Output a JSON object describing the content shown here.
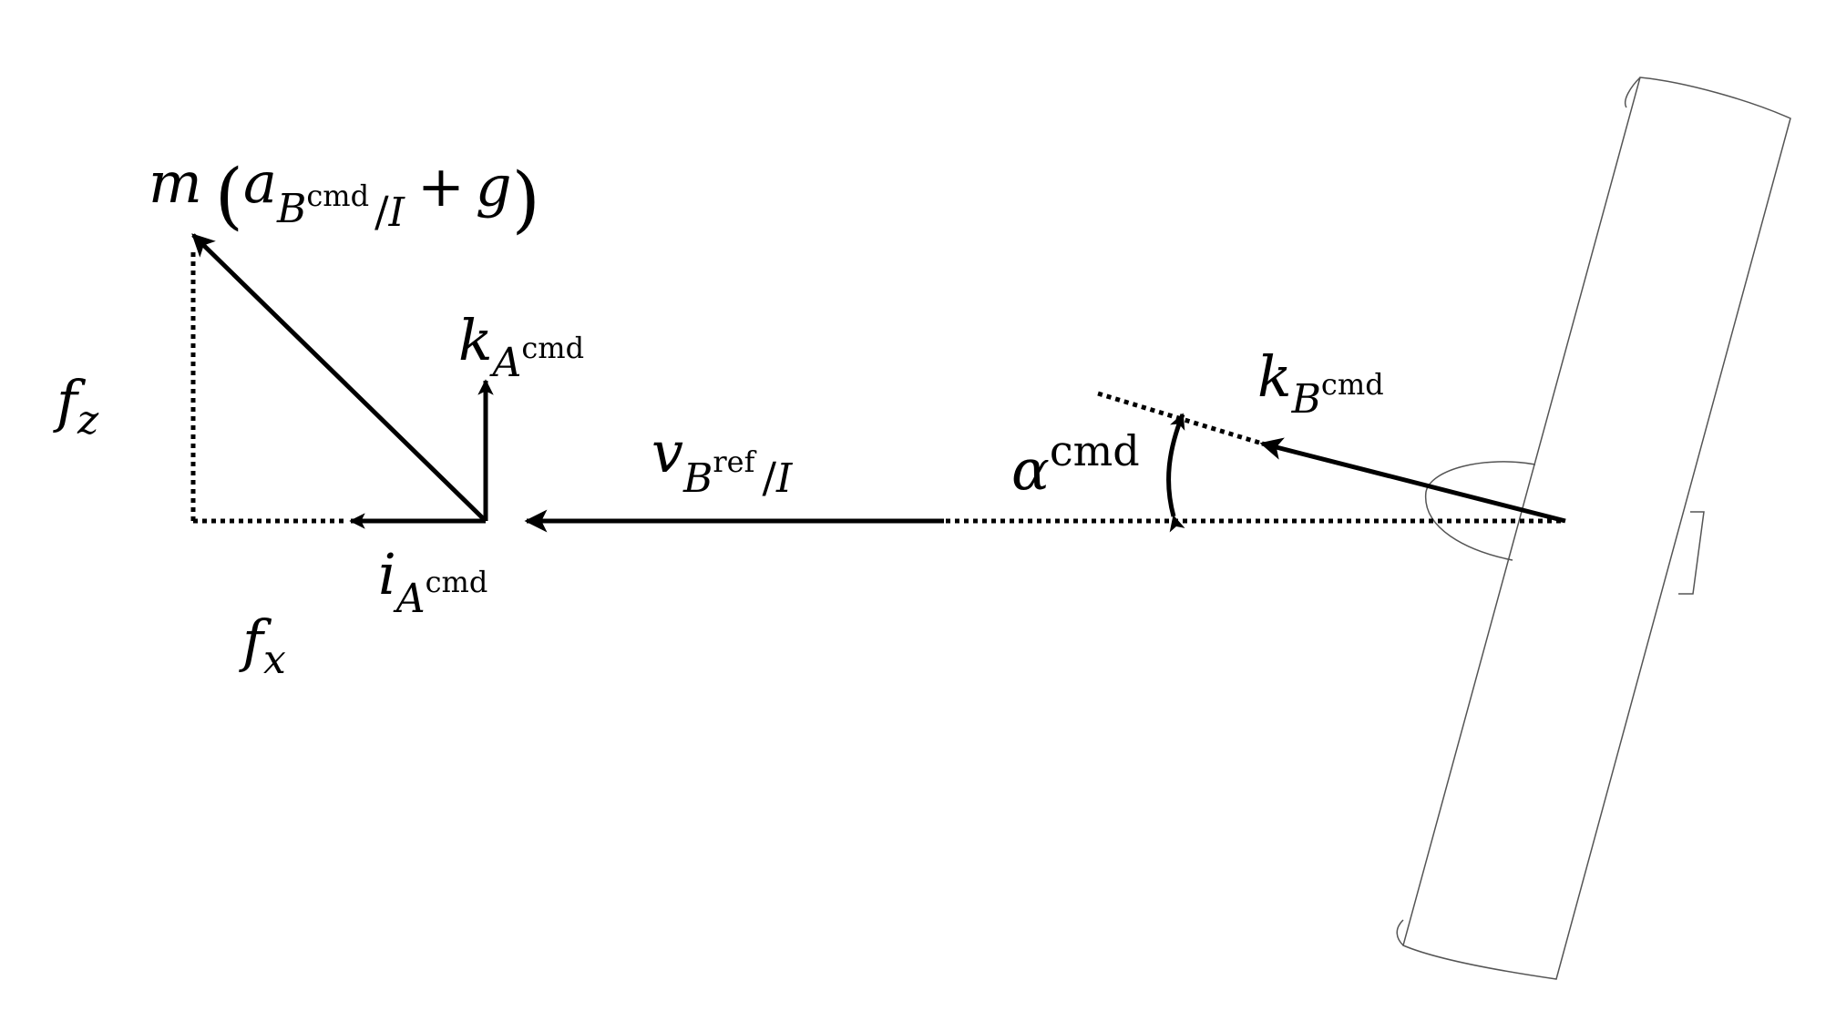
{
  "colors": {
    "ink": "#000000",
    "background": "#ffffff",
    "outline": "#555555"
  },
  "labels": {
    "force": {
      "m": "m",
      "open": "(",
      "a": "a",
      "B": "B",
      "cmd": "cmd",
      "slash": "/",
      "I": "I",
      "plus": "+",
      "g": "g",
      "close": ")"
    },
    "fz": {
      "f": "f",
      "sub": "z"
    },
    "fx": {
      "f": "f",
      "sub": "x"
    },
    "kA": {
      "k": "k",
      "A": "A",
      "cmd": "cmd"
    },
    "iA": {
      "i": "i",
      "A": "A",
      "cmd": "cmd"
    },
    "vB": {
      "v": "v",
      "B": "B",
      "ref": "ref",
      "slash": "/",
      "I": "I"
    },
    "alpha": {
      "sym": "α",
      "cmd": "cmd"
    },
    "kB": {
      "k": "k",
      "B": "B",
      "cmd": "cmd"
    }
  }
}
